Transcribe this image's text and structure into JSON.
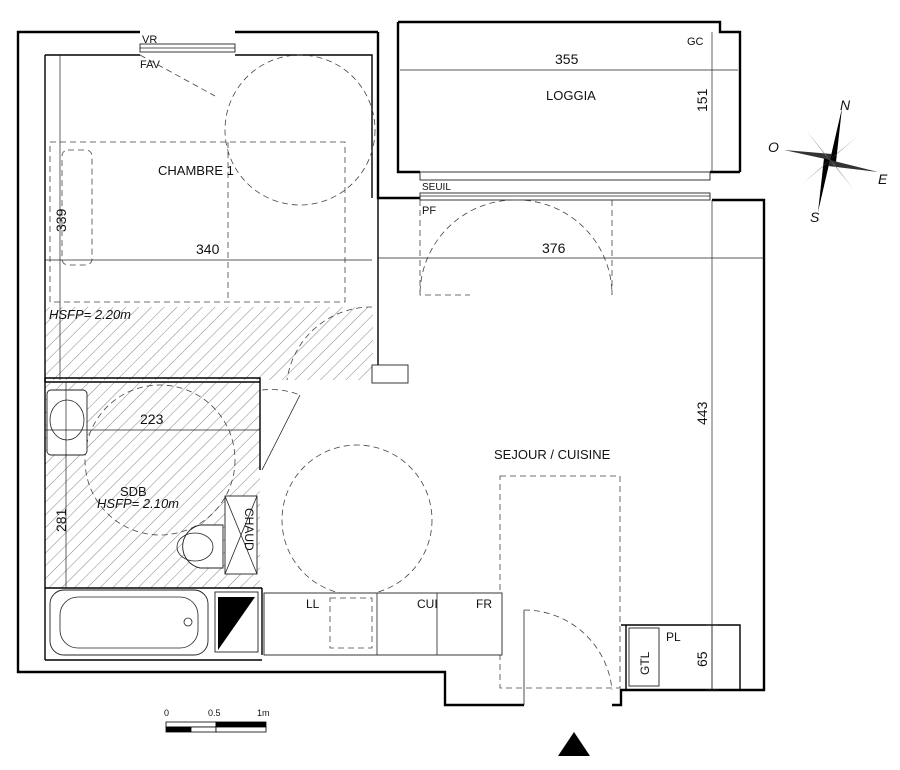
{
  "rooms": {
    "chambre": "CHAMBRE 1",
    "loggia": "LOGGIA",
    "sejour": "SEJOUR / CUISINE",
    "sdb": "SDB"
  },
  "hsfp": {
    "chambre": "HSFP= 2.20m",
    "sdb": "HSFP= 2.10m"
  },
  "dimensions": {
    "loggia_width": "355",
    "loggia_depth": "151",
    "chambre_width": "340",
    "chambre_depth": "339",
    "sejour_width": "376",
    "sejour_depth": "443",
    "sdb_width": "223",
    "sdb_depth": "281",
    "gtl_pl": "65"
  },
  "equipment": {
    "vr": "VR",
    "fav": "FAV",
    "gc": "GC",
    "seuil": "SEUIL",
    "pf": "PF",
    "chaud": "CHAUD",
    "ll": "LL",
    "cui": "CUI",
    "fr": "FR",
    "pl": "PL",
    "gtl": "GTL"
  },
  "compass": {
    "n": "N",
    "s": "S",
    "e": "E",
    "o": "O"
  },
  "scale": {
    "zero": "0",
    "half": "0.5",
    "one": "1m"
  },
  "colors": {
    "hatch": "#555555",
    "wall": "#000000"
  }
}
